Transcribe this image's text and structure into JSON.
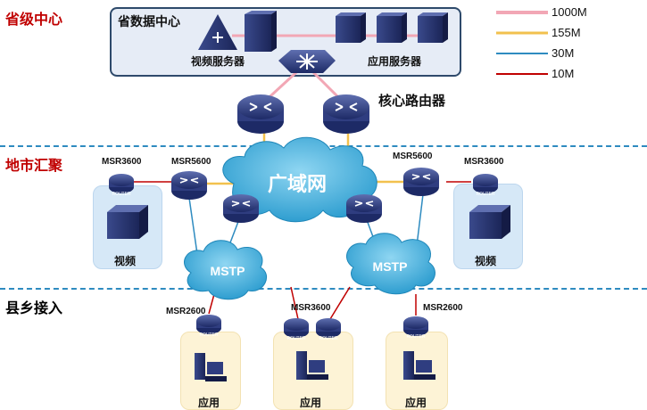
{
  "tiers": {
    "province": "省级中心",
    "city": "地市汇聚",
    "county": "县乡接入"
  },
  "datacenter": {
    "title": "省数据中心",
    "video_server": "视频服务器",
    "app_server": "应用服务器"
  },
  "core_router_label": "核心路由器",
  "wan_label": "广域网",
  "mstp_label": "MSTP",
  "routers": {
    "city_left_small": "MSR3600",
    "city_left_big": "MSR5600",
    "city_right_big": "MSR5600",
    "city_right_small": "MSR3600",
    "county_left": "MSR2600",
    "county_mid": "MSR3600",
    "county_right": "MSR2600"
  },
  "sites": {
    "video_left": "视频",
    "video_right": "视频",
    "app_left": "应用",
    "app_mid": "应用",
    "app_right": "应用"
  },
  "device_badge": "ROUTER",
  "legend": [
    {
      "label": "1000M",
      "color": "#f2a7b5"
    },
    {
      "label": "155M",
      "color": "#f2c14e"
    },
    {
      "label": "30M",
      "color": "#2e8bc0"
    },
    {
      "label": "10M",
      "color": "#c00000"
    }
  ]
}
